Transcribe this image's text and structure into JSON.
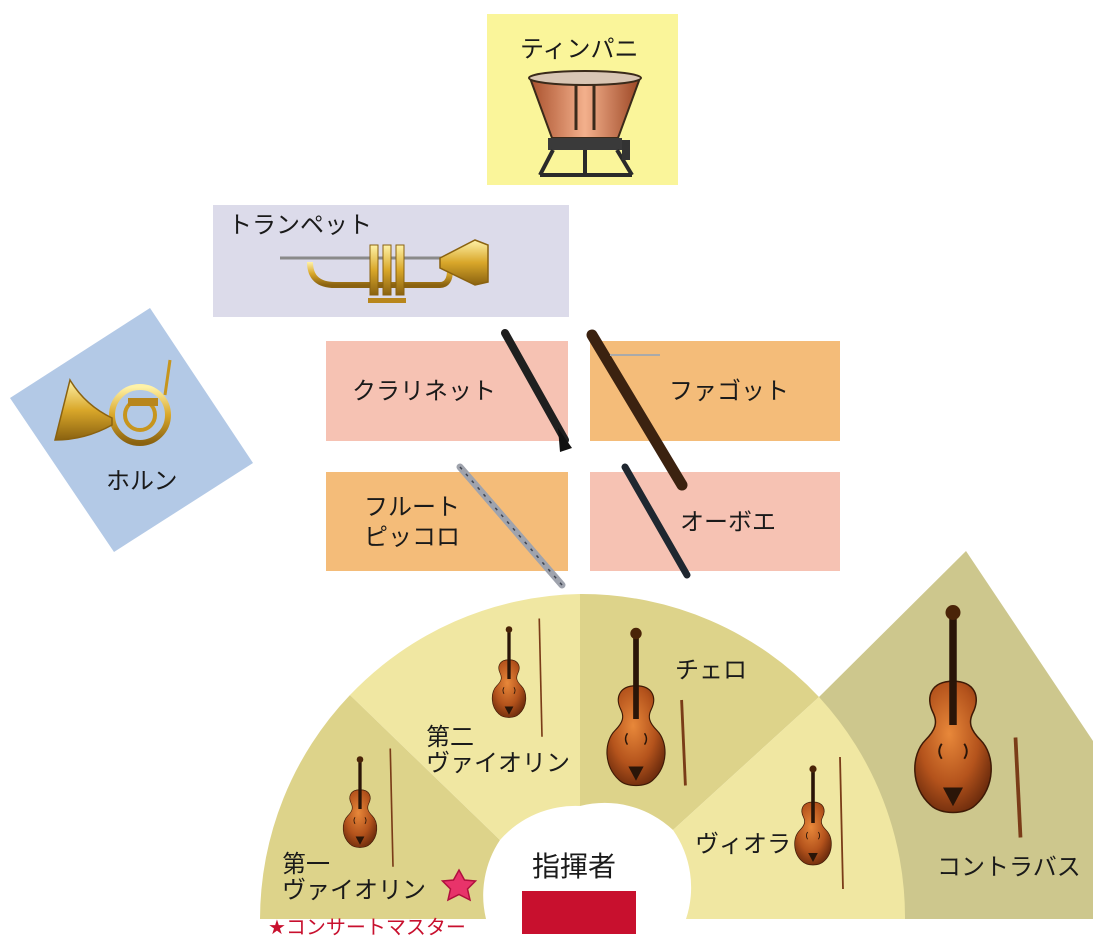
{
  "colors": {
    "timpani_bg": "#faf59a",
    "trumpet_bg": "#dcdbea",
    "horn_bg": "#b3c9e6",
    "pink_bg": "#f6c2b3",
    "orange_bg": "#f4bc79",
    "fan_light": "#f0e7a2",
    "fan_mid": "#ddd38a",
    "fan_dark": "#cdc78d",
    "conductor_red": "#c8102e"
  },
  "instruments": {
    "timpani": "ティンパニ",
    "trumpet": "トランペット",
    "horn": "ホルン",
    "clarinet": "クラリネット",
    "bassoon": "ファゴット",
    "flute_line1": "フルート",
    "flute_line2": "ピッコロ",
    "oboe": "オーボエ",
    "violin1_line1": "第一",
    "violin1_line2": "ヴァイオリン",
    "violin2_line1": "第二",
    "violin2_line2": "ヴァイオリン",
    "cello": "チェロ",
    "viola": "ヴィオラ",
    "contrabass": "コントラバス"
  },
  "conductor": "指揮者",
  "concertmaster": "★コンサートマスター"
}
